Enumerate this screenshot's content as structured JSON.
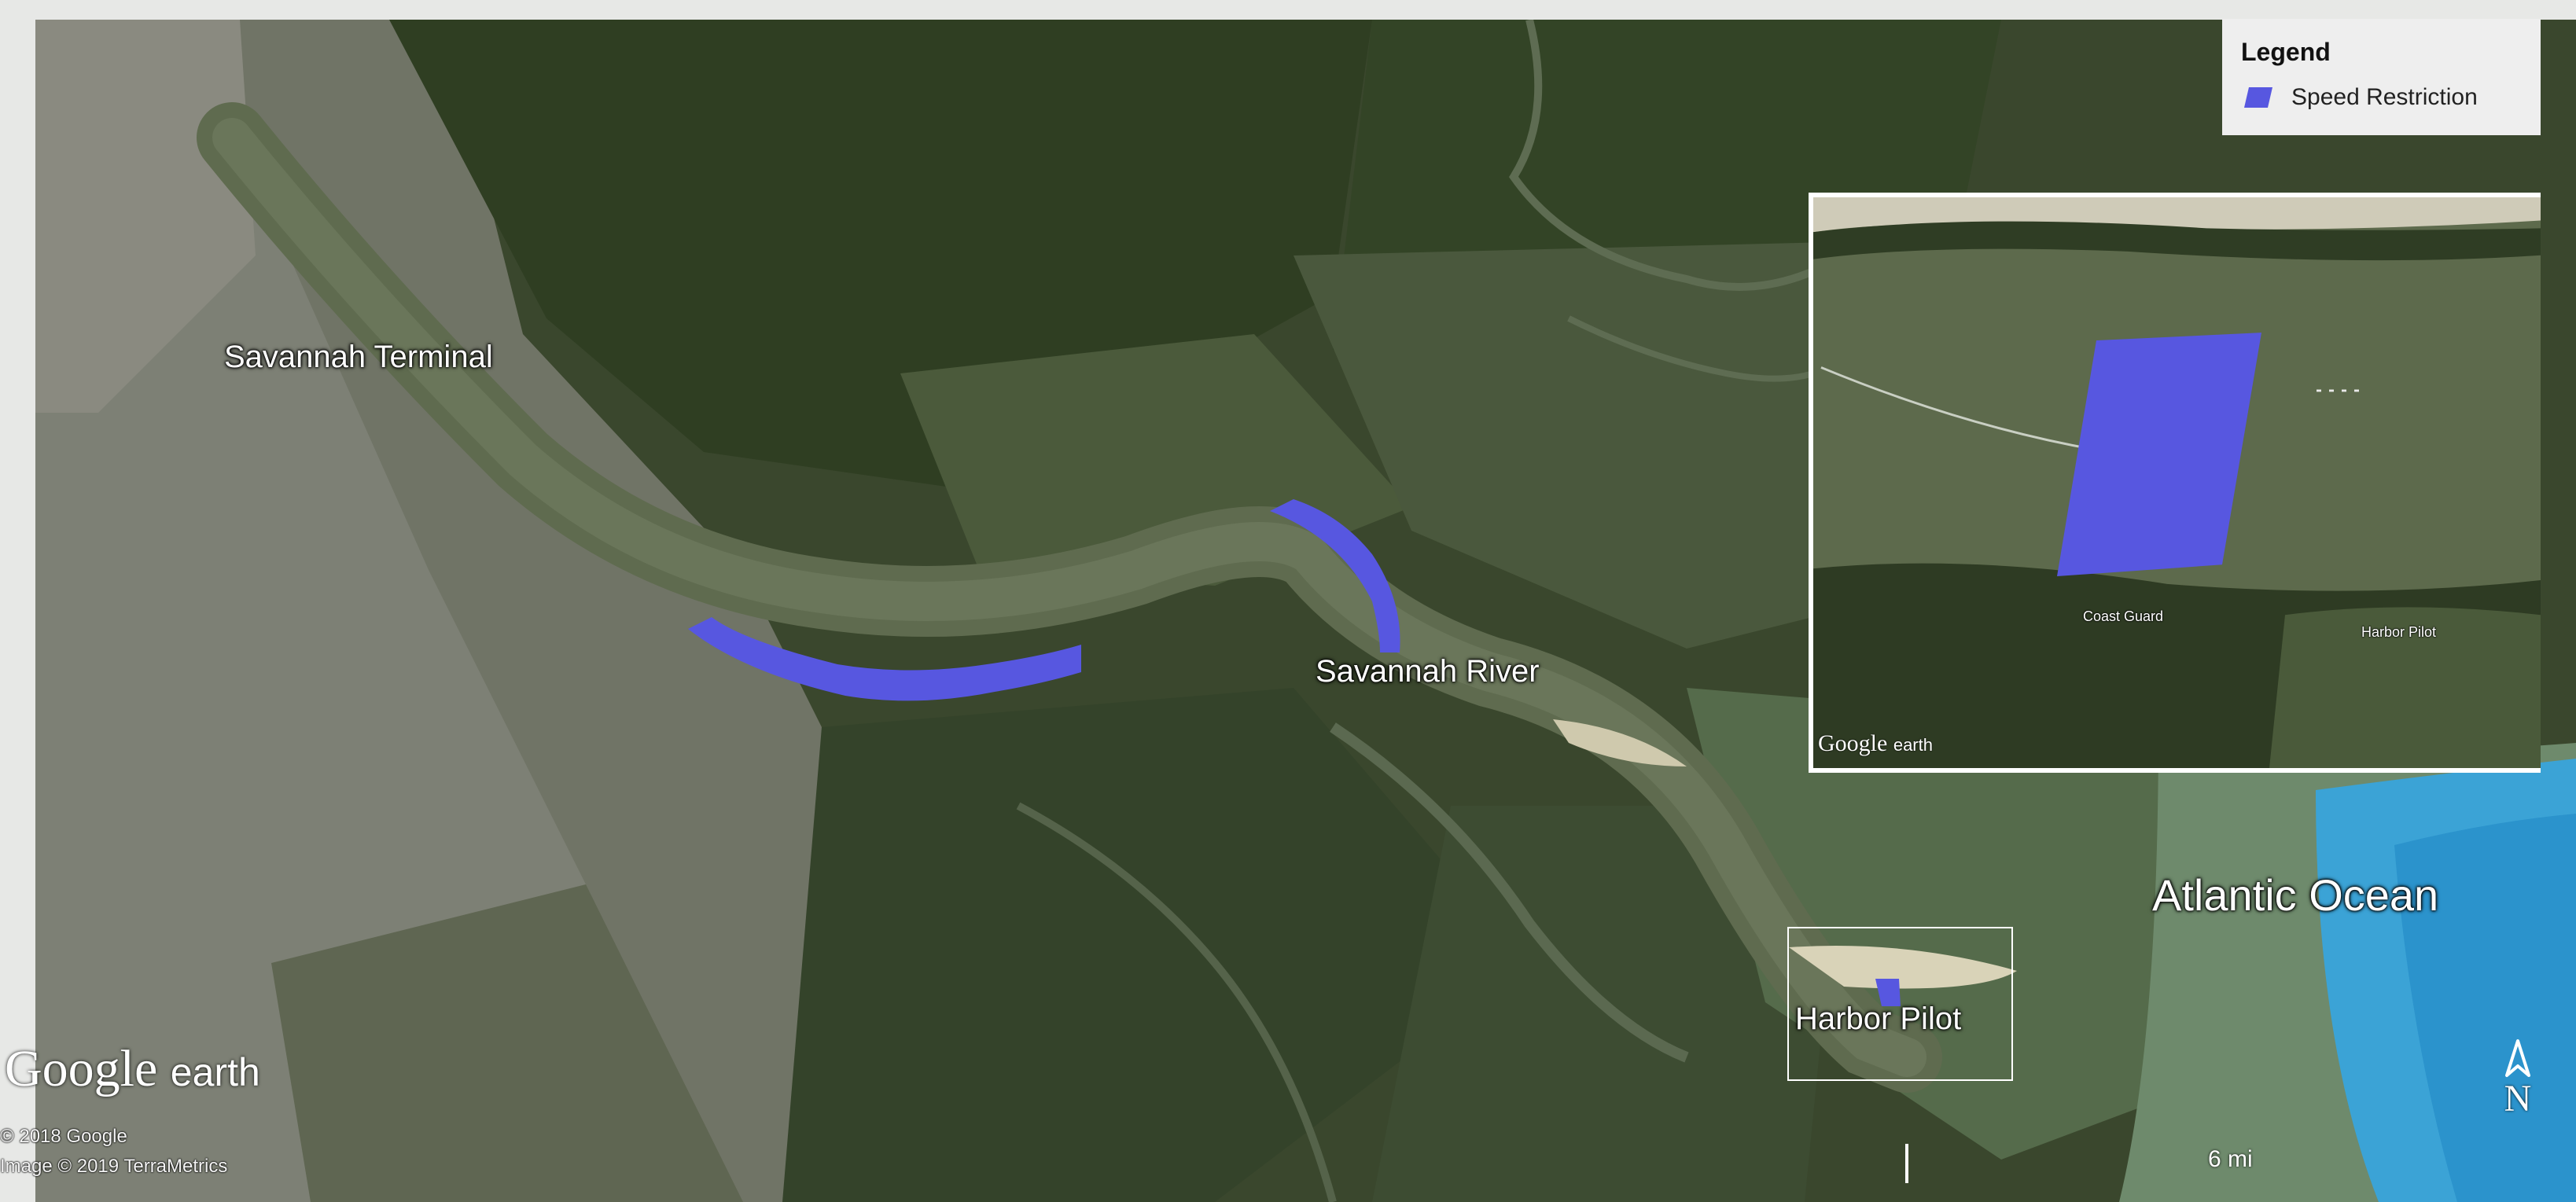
{
  "labels": {
    "terminal": "Savannah Terminal",
    "river": "Savannah River",
    "pilot": "Harbor Pilot",
    "ocean": "Atlantic Ocean"
  },
  "branding": {
    "logo_main": "Google",
    "logo_sub": "earth",
    "copyright": "© 2018 Google",
    "imagery": "Image © 2019 TerraMetrics"
  },
  "legend": {
    "title": "Legend",
    "items": [
      {
        "label": "Speed Restriction",
        "color": "#5757e0"
      }
    ]
  },
  "inset": {
    "labels": {
      "coast_guard": "Coast Guard",
      "harbor_pilot": "Harbor Pilot"
    },
    "logo_main": "Google",
    "logo_sub": "earth"
  },
  "scale": {
    "label": "6 mi"
  },
  "north": {
    "letter": "N"
  },
  "colors": {
    "restriction": "#5757e0",
    "land": "#3b4a2c",
    "water": "#6b7860",
    "ocean": "#3ba3d6"
  }
}
